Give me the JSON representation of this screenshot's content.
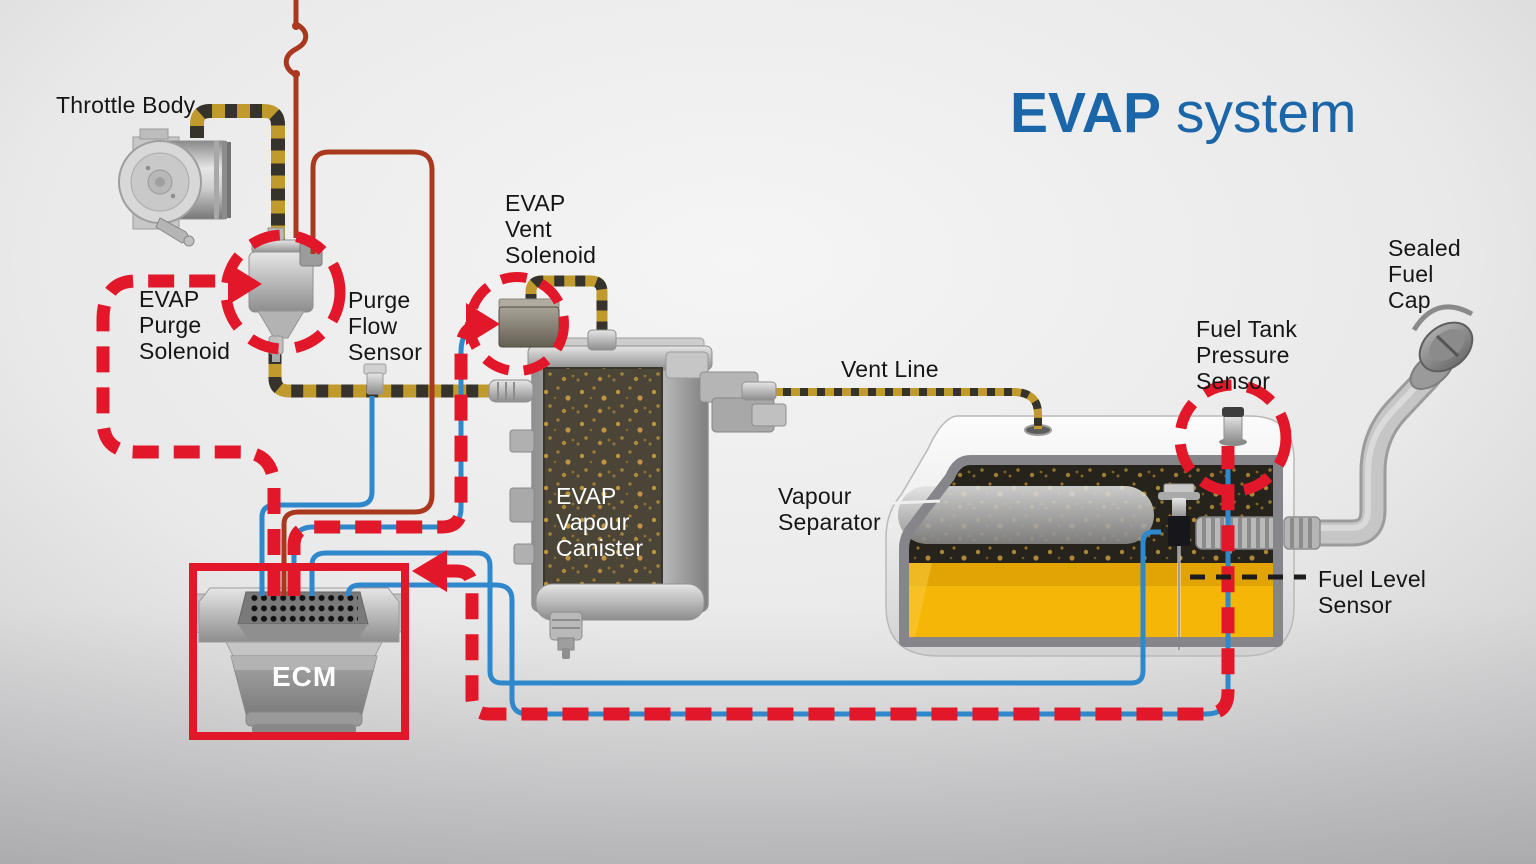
{
  "title": {
    "brand_bold": "EVAP",
    "brand_regular": "system"
  },
  "labels": {
    "throttle_body": "Throttle Body",
    "evap_purge_solenoid": "EVAP\nPurge\nSolenoid",
    "purge_flow_sensor": "Purge\nFlow\nSensor",
    "evap_vent_solenoid": "EVAP\nVent\nSolenoid",
    "evap_vapour_canister": "EVAP\nVapour\nCanister",
    "vent_line": "Vent Line",
    "vapour_separator": "Vapour\nSeparator",
    "fuel_tank_pressure_sensor": "Fuel Tank\nPressure\nSensor",
    "sealed_fuel_cap": "Sealed\nFuel\nCap",
    "fuel_level_sensor": "Fuel Level\nSensor",
    "ecm": "ECM"
  },
  "colors": {
    "title_blue": "#1a66a8",
    "signal_red": "#e2182a",
    "wire_blue": "#2f87cc",
    "wire_dark_red": "#a9381f",
    "hose_yellow": "#c09a2c",
    "hose_stripe_dark": "#35332b",
    "fuel_yellow": "#f5b608",
    "fuel_top_yellow": "#e2a304",
    "label_text": "#161616"
  }
}
